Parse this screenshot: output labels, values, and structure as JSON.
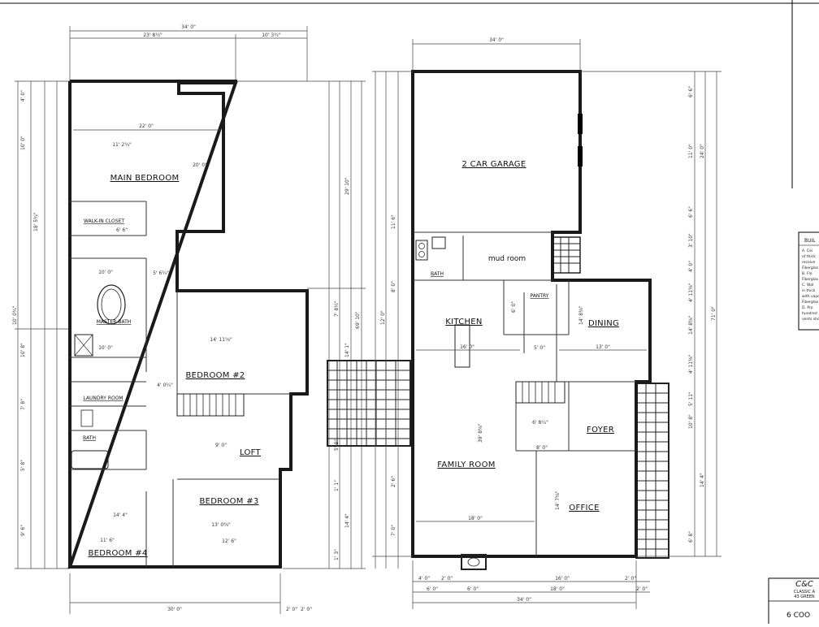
{
  "upper_floor": {
    "top_dims": {
      "overall": "34' 0\"",
      "left": "23' 8½\"",
      "right": "10' 3½\""
    },
    "bottom_dims": {
      "overall": "30' 0\""
    },
    "rooms": {
      "main_bedroom": "MAIN BEDROOM",
      "walk_in_closet": "WALK-IN CLOSET",
      "master_bath": "MASTER BATH",
      "bedroom2": "BEDROOM #2",
      "laundry": "LAUNDRY ROOM",
      "bath": "BATH",
      "loft": "LOFT",
      "bedroom3": "BEDROOM #3",
      "bedroom4": "BEDROOM #4"
    },
    "room_dims": {
      "main_w": "22' 0\"",
      "main_h": "20' 0\"",
      "main_d1": "11' 2¾\"",
      "closet": "6' 6\"",
      "mb_a": "10' 0\"",
      "mb_b": "5' 6¼\"",
      "mb_c": "10' 0\"",
      "bed2_h": "14' 11⅝\"",
      "bed2_w": "4' 0¼\"",
      "loft": "9' 0\"",
      "bed3_w": "13' 0⅜\"",
      "bed3_b": "12' 6\"",
      "bed4_w": "11' 6\"",
      "bed4_h": "14' 4\""
    },
    "left_dims": [
      "4' 0\"",
      "10' 0\"",
      "18' 5¾\"",
      "10' 0¾\"",
      "10' 8\"",
      "7' 8\"",
      "5' 8\"",
      "9' 6\""
    ],
    "right_dims": [
      "29' 10\"",
      "69' 10\"",
      "7' 8½\"",
      "14' 1\"",
      "5' 8\"",
      "1' 1\"",
      "14' 4\"",
      "1' 3\""
    ],
    "bottom_small": [
      "2' 0\"",
      "2' 0\""
    ]
  },
  "main_floor": {
    "top_dims": {
      "overall": "34' 0\""
    },
    "bottom_dims": {
      "row1": [
        "4' 0\"",
        "2' 0\"",
        "16' 0\"",
        "2' 0\""
      ],
      "row2": [
        "6' 0\"",
        "6' 0\"",
        "18' 0\"",
        "2' 0\""
      ],
      "overall": "34' 0\""
    },
    "rooms": {
      "garage": "2 CAR GARAGE",
      "mud_room": "mud room",
      "bath": "BATH",
      "pantry": "PANTRY",
      "kitchen": "KITCHEN",
      "dining": "DINING",
      "foyer": "FOYER",
      "family": "FAMILY ROOM",
      "office": "OFFICE"
    },
    "room_dims": {
      "kitchen_w": "16' 0\"",
      "dining_w": "13' 0\"",
      "dining_h": "14' 8⅜\"",
      "family_h": "39' 8⅝\"",
      "family_w": "18' 0\"",
      "office_h": "14' 7⅝\"",
      "foyer_a": "6' 8¼\"",
      "foyer_b": "8' 0\"",
      "pantry_w": "5' 0\"",
      "pantry_h": "6' 0\""
    },
    "right_dims": [
      "6' 6\"",
      "11' 0\"",
      "24' 0\"",
      "6' 6\"",
      "3' 10\"",
      "4' 0\"",
      "4' 11⅝\"",
      "14' 8⅝\"",
      "71' 0\"",
      "4' 11⅝\"",
      "5' 11\"",
      "10' 8\"",
      "14' 4\"",
      "6' 8\""
    ],
    "left_dims": [
      "11' 6\"",
      "8' 0\"",
      "12' 0\"",
      "2' 6\"",
      "7' 0\""
    ]
  },
  "title_block": {
    "logo": "C&C",
    "line1": "CLASSIC A",
    "line2": "43 GREEN",
    "bottom": "6 COO"
  },
  "notes_block": {
    "heading": "BUIL",
    "lines": [
      "A. Cei",
      "of thick",
      "receive",
      "Fiberglas",
      "B. Flo",
      "Fiberglas",
      "C. Wal",
      "in thick",
      "with vapo",
      "Fiberglas",
      "D. Pro",
      "hundred",
      "vents sho"
    ]
  }
}
